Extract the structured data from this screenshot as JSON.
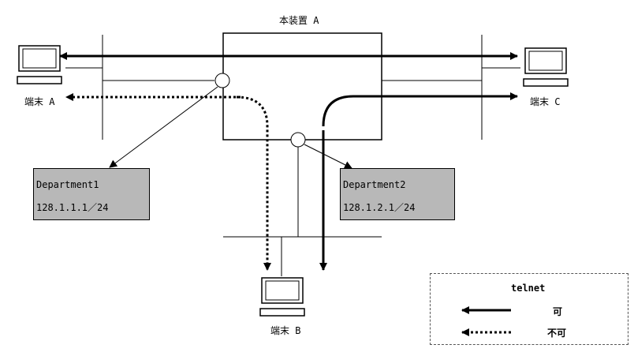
{
  "device_label": "本装置 A",
  "terminals": {
    "a": "端末 A",
    "b": "端末 B",
    "c": "端末 C"
  },
  "departments": [
    {
      "name": "Department1",
      "address": "128.1.1.1／24"
    },
    {
      "name": "Department2",
      "address": "128.1.2.1／24"
    }
  ],
  "legend": {
    "title": "telnet",
    "allowed": "可",
    "denied": "不可"
  }
}
